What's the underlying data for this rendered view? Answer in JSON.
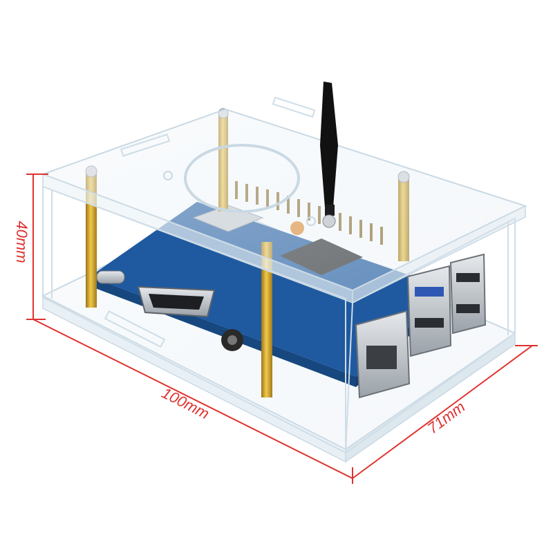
{
  "dimensions": {
    "height": "40mm",
    "length": "100mm",
    "width": "71mm"
  },
  "colors": {
    "dimension_line": "#e0312f",
    "acrylic_edge": "#c9d9e4",
    "pcb": "#1f5aa0",
    "standoff": "#d9a630",
    "antenna": "#111111",
    "port_metal": "#b8bec4"
  }
}
